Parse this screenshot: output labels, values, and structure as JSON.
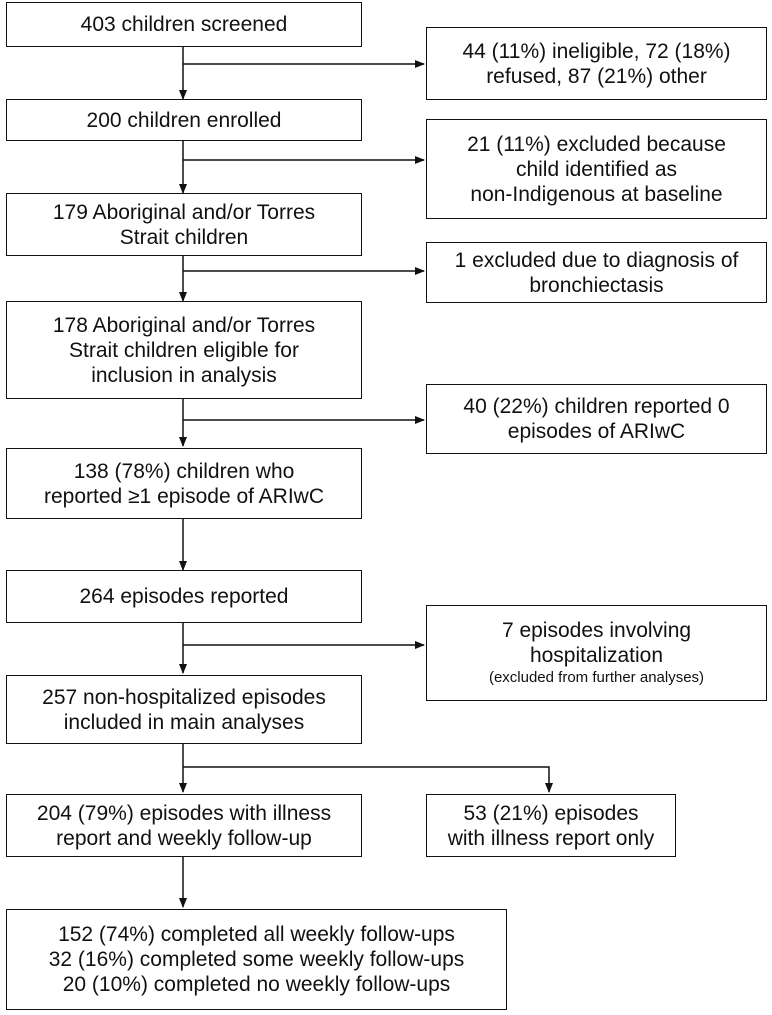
{
  "flowchart": {
    "screened": [
      "403 children screened"
    ],
    "not_enrolled": [
      "44 (11%) ineligible, 72 (18%)",
      "refused, 87 (21%) other"
    ],
    "enrolled": [
      "200 children enrolled"
    ],
    "excluded_non_indigenous": [
      "21 (11%) excluded because",
      "child identified as",
      "non-Indigenous at baseline"
    ],
    "aboriginal_torres": [
      "179 Aboriginal and/or Torres",
      "Strait children"
    ],
    "excluded_bronchiectasis": [
      "1 excluded due to diagnosis of",
      "bronchiectasis"
    ],
    "eligible": [
      "178 Aboriginal and/or Torres",
      "Strait children eligible for",
      "inclusion in analysis"
    ],
    "zero_episodes": [
      "40 (22%) children reported 0",
      "episodes of ARIwC"
    ],
    "reported_episode": [
      "138 (78%) children who",
      "reported ≥1 episode of ARIwC"
    ],
    "episodes_reported": [
      "264 episodes reported"
    ],
    "hospitalization": [
      "7 episodes involving",
      "hospitalization"
    ],
    "hospitalization_note": "(excluded from further analyses)",
    "non_hospitalized": [
      "257 non-hospitalized episodes",
      "included in main analyses"
    ],
    "with_followup": [
      "204 (79%) episodes with illness",
      "report and weekly follow-up"
    ],
    "report_only": [
      "53 (21%) episodes",
      "with illness report only"
    ],
    "completion": [
      "152 (74%) completed all weekly follow-ups",
      "32 (16%) completed some weekly follow-ups",
      "20 (10%) completed no weekly follow-ups"
    ]
  }
}
